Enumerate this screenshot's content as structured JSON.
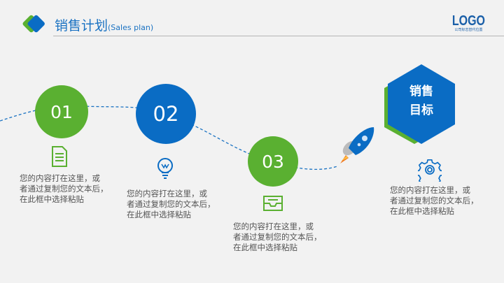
{
  "header": {
    "title": "销售计划",
    "subtitle": "(Sales plan)",
    "logo": "LOGO",
    "logo_caption": "公司标志替代位置"
  },
  "colors": {
    "blue": "#0a6cc4",
    "green": "#5ab031",
    "text": "#555555"
  },
  "steps": [
    {
      "number": "01",
      "icon": "document-icon",
      "color": "#5ab031",
      "text": [
        "您的内容打在这里，或",
        "者通过复制您的文本后，",
        "在此框中选择粘贴"
      ]
    },
    {
      "number": "02",
      "icon": "lightbulb-icon",
      "color": "#0a6cc4",
      "text": [
        "您的内容打在这里，或",
        "者通过复制您的文本后，",
        "在此框中选择粘贴"
      ]
    },
    {
      "number": "03",
      "icon": "inbox-tray-icon",
      "color": "#5ab031",
      "text": [
        "您的内容打在这里，或",
        "者通过复制您的文本后，",
        "在此框中选择粘贴"
      ]
    }
  ],
  "goal": {
    "label_line1": "销售",
    "label_line2": "目标",
    "icon": "gear-icon",
    "text": [
      "您的内容打在这里，或",
      "者通过复制您的文本后，",
      "在此框中选择粘贴"
    ]
  }
}
